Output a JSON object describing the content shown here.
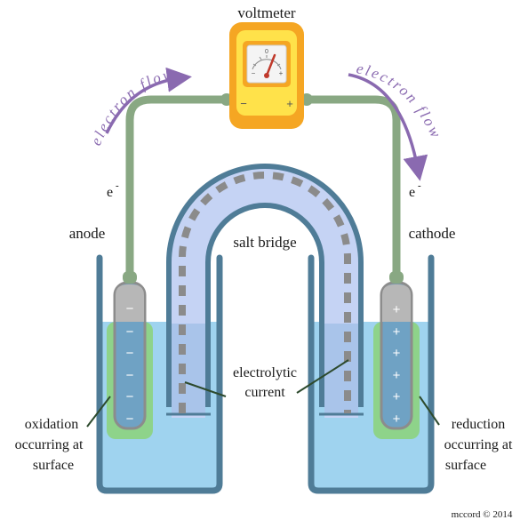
{
  "labels": {
    "voltmeter": "voltmeter",
    "electron_flow_left": "electron flow",
    "electron_flow_right": "electron flow",
    "electron_left": "e",
    "electron_right": "e",
    "electron_sup": "-",
    "anode": "anode",
    "cathode": "cathode",
    "salt_bridge": "salt bridge",
    "electrolytic_1": "electrolytic",
    "electrolytic_2": "current",
    "oxidation_1": "oxidation",
    "oxidation_2": "occurring at",
    "oxidation_3": "surface",
    "reduction_1": "reduction",
    "reduction_2": "occurring at",
    "reduction_3": "surface",
    "credit": "mccord © 2014"
  },
  "meter": {
    "minus": "−",
    "plus": "+",
    "dial_minus": "−",
    "dial_zero": "0",
    "dial_plus": "+"
  },
  "electrode_signs": {
    "anode": [
      "−",
      "−",
      "−",
      "−",
      "−",
      "−"
    ],
    "cathode": [
      "+",
      "+",
      "+",
      "+",
      "+",
      "+"
    ]
  },
  "colors": {
    "beaker": "#4f7c97",
    "water": "#9fd3ef",
    "wire": "#89a883",
    "electrode_gray": "#b7b7b7",
    "electrode_blue": "#6fa2c4",
    "reaction_green": "#8ed38a",
    "bridge_fill": "#c5d3f4",
    "arrow_purple": "#8a6ab0",
    "meter_orange": "#f5a623",
    "meter_yellow": "#ffe24a"
  }
}
